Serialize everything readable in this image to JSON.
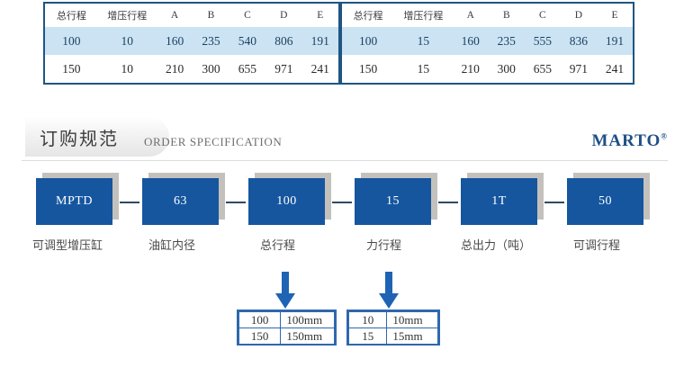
{
  "spec_tables": {
    "columns": [
      "总行程",
      "增压行程",
      "A",
      "B",
      "C",
      "D",
      "E"
    ],
    "left": {
      "rows": [
        {
          "highlight": true,
          "cells": [
            "100",
            "10",
            "160",
            "235",
            "540",
            "806",
            "191"
          ]
        },
        {
          "highlight": false,
          "cells": [
            "150",
            "10",
            "210",
            "300",
            "655",
            "971",
            "241"
          ]
        }
      ]
    },
    "right": {
      "rows": [
        {
          "highlight": true,
          "cells": [
            "100",
            "15",
            "160",
            "235",
            "555",
            "836",
            "191"
          ]
        },
        {
          "highlight": false,
          "cells": [
            "150",
            "15",
            "210",
            "300",
            "655",
            "971",
            "241"
          ]
        }
      ]
    }
  },
  "header": {
    "title_cn": "订购规范",
    "title_en": "ORDER SPECIFICATION",
    "brand": "MARTO",
    "brand_mark": "®"
  },
  "flow": {
    "items": [
      {
        "value": "MPTD",
        "label": "可调型增压缸"
      },
      {
        "value": "63",
        "label": "油缸内径"
      },
      {
        "value": "100",
        "label": "总行程"
      },
      {
        "value": "15",
        "label": "力行程"
      },
      {
        "value": "1T",
        "label": "总出力（吨）"
      },
      {
        "value": "50",
        "label": "可调行程"
      }
    ]
  },
  "option_tables": [
    {
      "name": "total-stroke-options",
      "rows": [
        {
          "key": "100",
          "value": "100mm"
        },
        {
          "key": "150",
          "value": "150mm"
        }
      ]
    },
    {
      "name": "force-stroke-options",
      "rows": [
        {
          "key": "10",
          "value": "10mm"
        },
        {
          "key": "15",
          "value": "15mm"
        }
      ]
    }
  ],
  "colors": {
    "brand_blue": "#15569f",
    "table_border": "#1f5582",
    "row_highlight": "#cbe3f3",
    "arrow_blue": "#1f63b5",
    "box_shadow": "#c4c1bd"
  }
}
